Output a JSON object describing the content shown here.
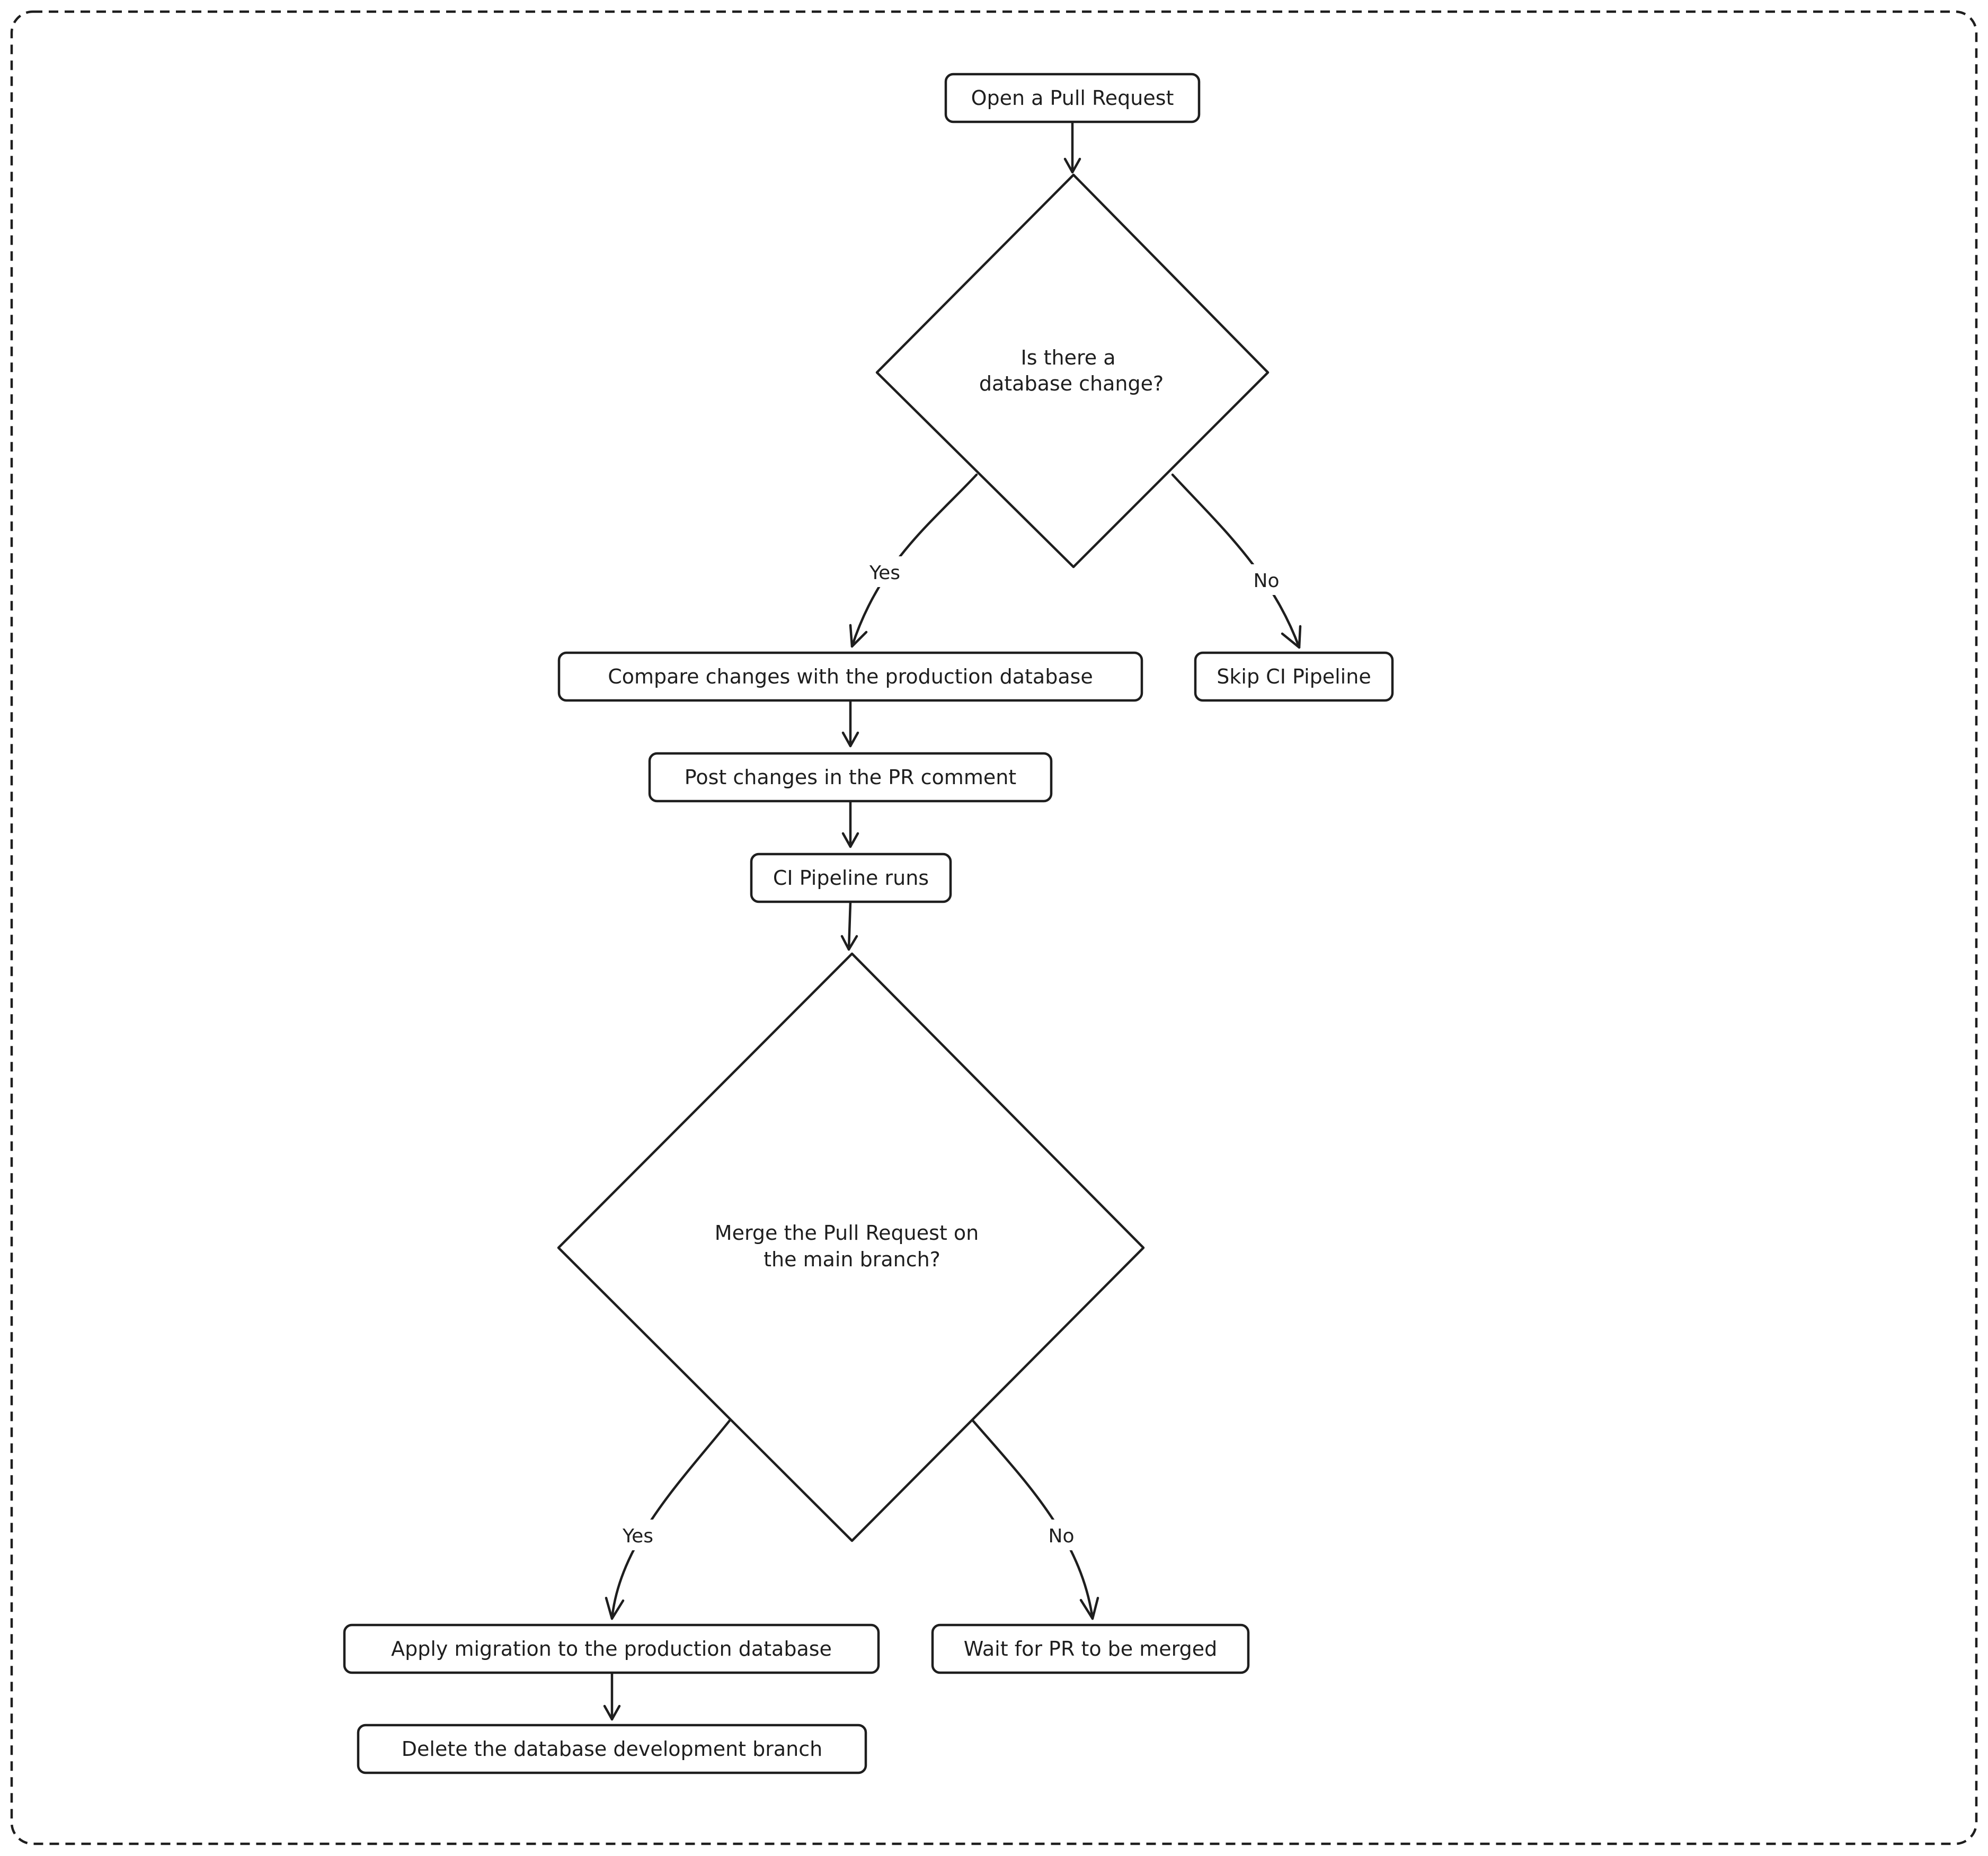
{
  "nodes": {
    "open_pr": "Open a Pull Request",
    "db_change_question": [
      "Is there a",
      "database change?"
    ],
    "compare_changes": "Compare changes with the production database",
    "skip_ci": "Skip CI Pipeline",
    "post_changes": "Post changes in the PR comment",
    "ci_runs": "CI Pipeline runs",
    "merge_question": [
      "Merge the Pull Request on",
      "the main branch?"
    ],
    "apply_migration": "Apply migration to the production database",
    "wait_merge": "Wait for PR to be merged",
    "delete_branch": "Delete the database development branch"
  },
  "edges": {
    "db_yes": "Yes",
    "db_no": "No",
    "merge_yes": "Yes",
    "merge_no": "No"
  },
  "colors": {
    "stroke": "#1e1e1e",
    "fill": "#ffffff",
    "background": "#ffffff"
  }
}
